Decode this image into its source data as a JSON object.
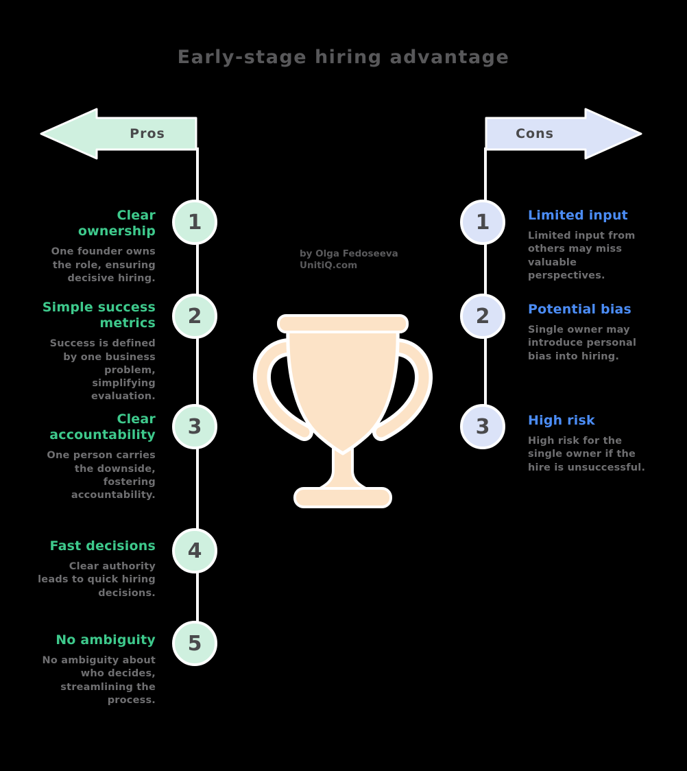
{
  "title": "Early-stage hiring advantage",
  "attribution": {
    "line1": "by Olga Fedoseeva",
    "line2": "UnitiQ.com"
  },
  "pros": {
    "label": "Pros",
    "items": [
      {
        "number": "1",
        "heading": "Clear ownership",
        "description": "One founder owns the role, ensuring decisive hiring."
      },
      {
        "number": "2",
        "heading": "Simple success metrics",
        "description": "Success is defined by one business problem, simplifying evaluation."
      },
      {
        "number": "3",
        "heading": "Clear accountability",
        "description": "One person carries the downside, fostering accountability."
      },
      {
        "number": "4",
        "heading": "Fast decisions",
        "description": "Clear authority leads to quick hiring decisions."
      },
      {
        "number": "5",
        "heading": "No ambiguity",
        "description": "No ambiguity about who decides, streamlining the process."
      }
    ]
  },
  "cons": {
    "label": "Cons",
    "items": [
      {
        "number": "1",
        "heading": "Limited input",
        "description": "Limited input from others may miss valuable perspectives."
      },
      {
        "number": "2",
        "heading": "Potential bias",
        "description": "Single owner may introduce personal bias into hiring."
      },
      {
        "number": "3",
        "heading": "High risk",
        "description": "High risk for the single owner if the hire is unsuccessful."
      }
    ]
  },
  "icons": {
    "center": "trophy-icon"
  },
  "colors": {
    "bg": "#000000",
    "mint": "#cff0df",
    "lavender": "#dbe3f8",
    "green": "#3ec98c",
    "blue": "#4b8cf5",
    "dark-gray": "#4a4a4c",
    "desc-gray": "#6f6f71",
    "peach": "#fce3c7",
    "white": "#ffffff"
  }
}
